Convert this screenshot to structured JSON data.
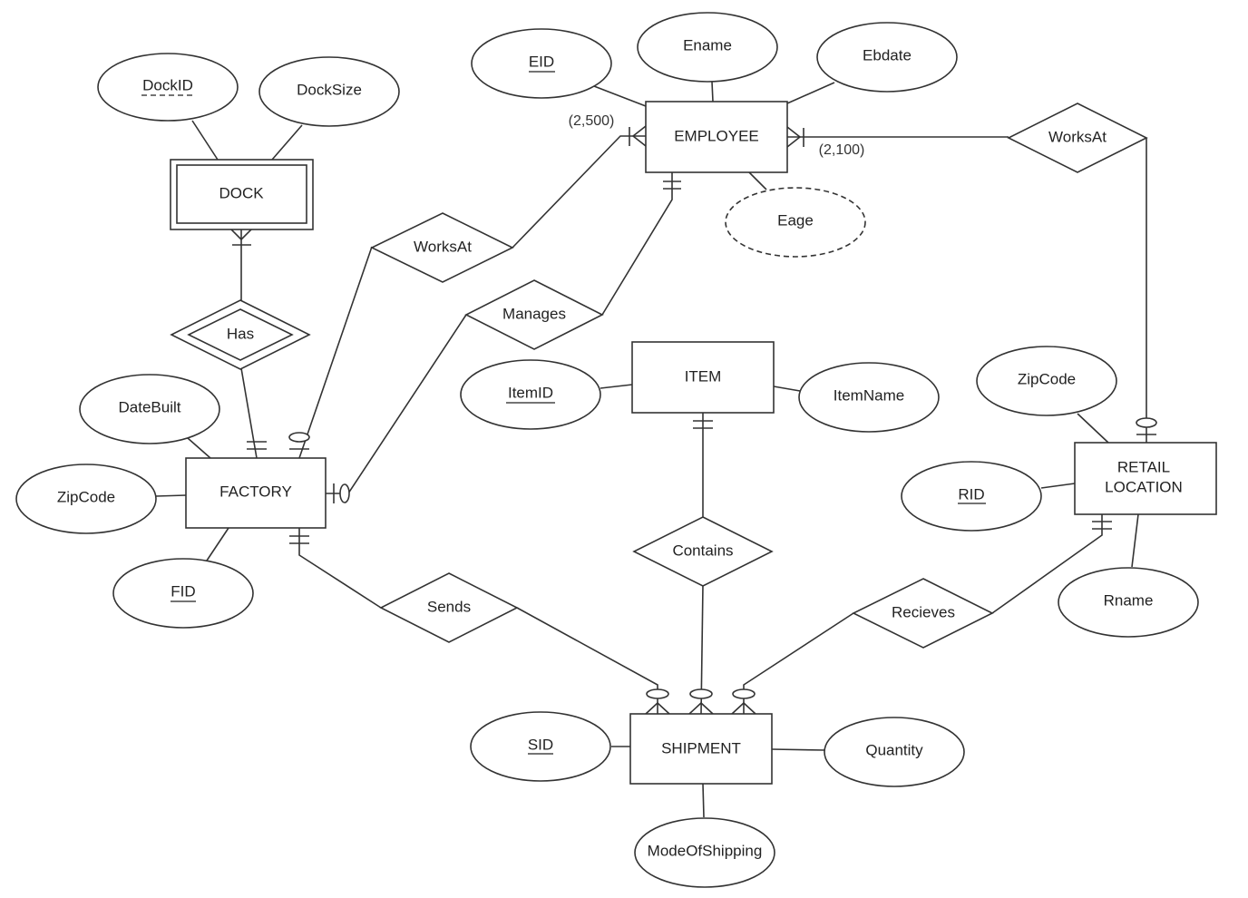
{
  "entities": {
    "employee": "EMPLOYEE",
    "dock": "DOCK",
    "factory": "FACTORY",
    "item": "ITEM",
    "retail_line1": "RETAIL",
    "retail_line2": "LOCATION",
    "shipment": "SHIPMENT"
  },
  "attributes": {
    "eid": "EID",
    "ename": "Ename",
    "ebdate": "Ebdate",
    "eage": "Eage",
    "dockid": "DockID",
    "docksize": "DockSize",
    "datebuilt": "DateBuilt",
    "factory_zipcode": "ZipCode",
    "fid": "FID",
    "itemid": "ItemID",
    "itemname": "ItemName",
    "retail_zipcode": "ZipCode",
    "rid": "RID",
    "rname": "Rname",
    "sid": "SID",
    "quantity": "Quantity",
    "modeofshipping": "ModeOfShipping"
  },
  "relationships": {
    "worksat_retail": "WorksAt",
    "worksat_factory": "WorksAt",
    "manages": "Manages",
    "has": "Has",
    "contains": "Contains",
    "sends": "Sends",
    "recieves": "Recieves"
  },
  "cardinalities": {
    "employee_factory": "(2,500)",
    "employee_retail": "(2,100)"
  },
  "colors": {
    "stroke": "#333333",
    "text": "#222222",
    "background": "#ffffff"
  }
}
